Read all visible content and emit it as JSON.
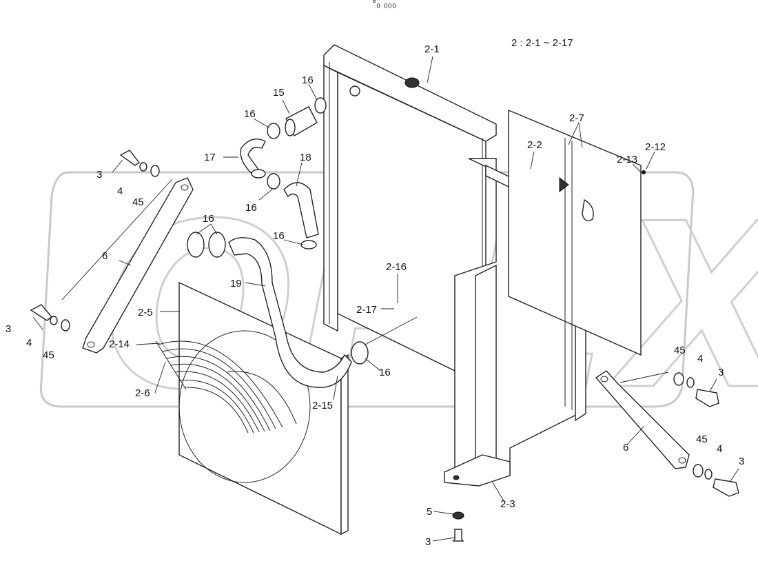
{
  "header_mark": "°₀ ₀₀₀",
  "note": "2 : 2-1 ~ 2-17",
  "watermark": "OPEX",
  "labels": {
    "p2_1": "2-1",
    "p2_2": "2-2",
    "p2_3": "2-3",
    "p2_5": "2-5",
    "p2_6": "2-6",
    "p2_7": "2-7",
    "p2_12": "2-12",
    "p2_13": "2-13",
    "p2_14": "2-14",
    "p2_15": "2-15",
    "p2_16": "2-16",
    "p2_17": "2-17",
    "p15": "15",
    "p17": "17",
    "p18": "18",
    "p19": "19",
    "p16a": "16",
    "p16b": "16",
    "p16c": "16",
    "p16d": "16",
    "p16e": "16",
    "p16f": "16",
    "p3a": "3",
    "p4a": "4",
    "p45a": "45",
    "p6a": "6",
    "p3b": "3",
    "p4b": "4",
    "p45b": "45",
    "p45c": "45",
    "p4c": "4",
    "p3c": "3",
    "p6b": "6",
    "p45d": "45",
    "p4d": "4",
    "p3d": "3",
    "p5": "5",
    "p3e": "3"
  }
}
